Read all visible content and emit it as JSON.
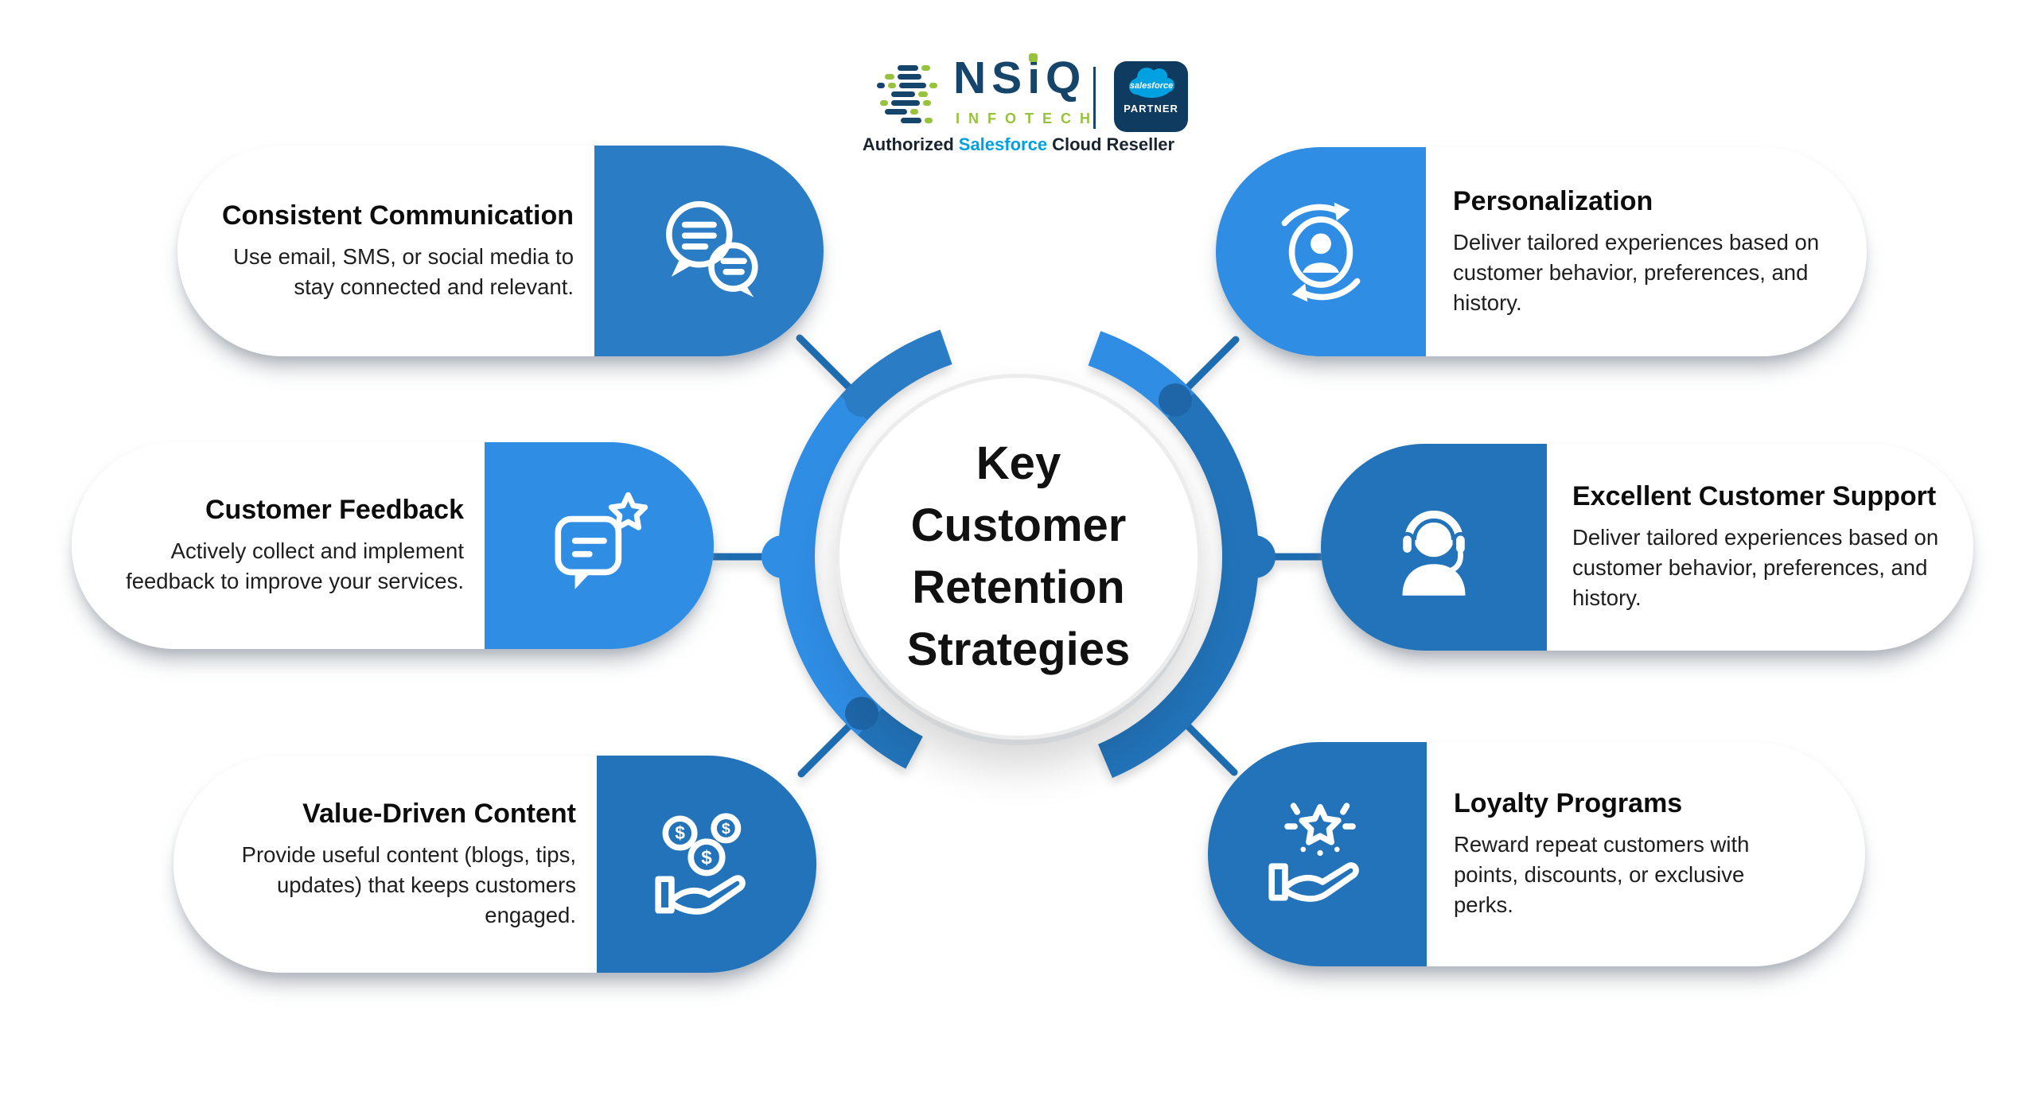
{
  "header": {
    "logo": {
      "wordmark_start": "NS",
      "wordmark_i": "i",
      "wordmark_end": "Q",
      "subtitle": "INFOTECH",
      "icon": "bar-cluster-logo-icon"
    },
    "badge": {
      "cloud_text": "salesforce",
      "label": "PARTNER"
    },
    "tagline": {
      "prefix": "Authorized",
      "highlight": "Salesforce",
      "suffix": "Cloud Reseller"
    }
  },
  "center": {
    "lines": [
      "Key",
      "Customer",
      "Retention",
      "Strategies"
    ]
  },
  "cards": [
    {
      "id": "consistent-communication",
      "side": "left",
      "icon": "chat-bubbles-icon",
      "title": "Consistent Communication",
      "description": "Use email, SMS, or social media to stay connected and relevant.",
      "accent": "#2A7CC4"
    },
    {
      "id": "customer-feedback",
      "side": "left",
      "icon": "feedback-star-icon",
      "title": "Customer Feedback",
      "description": "Actively collect and implement feedback to improve your services.",
      "accent": "#2F8DE4"
    },
    {
      "id": "value-driven-content",
      "side": "left",
      "icon": "money-hand-icon",
      "title": "Value-Driven Content",
      "description": "Provide useful content (blogs, tips, updates) that keeps customers engaged.",
      "accent": "#2273B9"
    },
    {
      "id": "personalization",
      "side": "right",
      "icon": "user-cycle-icon",
      "title": "Personalization",
      "description": "Deliver tailored experiences based on customer behavior, preferences, and history.",
      "accent": "#2F8DE4"
    },
    {
      "id": "excellent-customer-support",
      "side": "right",
      "icon": "headset-agent-icon",
      "title": "Excellent Customer Support",
      "description": "Deliver tailored experiences based on customer behavior, preferences, and history.",
      "accent": "#2273B9"
    },
    {
      "id": "loyalty-programs",
      "side": "right",
      "icon": "star-hand-icon",
      "title": "Loyalty Programs",
      "description": "Reward repeat customers with points, discounts, or exclusive perks.",
      "accent": "#2273B9"
    }
  ],
  "colors": {
    "bright_blue": "#2F8DE4",
    "medium_blue": "#2A7CC4",
    "dark_blue": "#2273B9",
    "connector_blue": "#1E6CB0",
    "dot_dark_blue": "#1E66A8",
    "navy": "#16456B",
    "logo_green": "#97C23C",
    "salesforce_blue": "#00A1E0",
    "badge_navy": "#0E3B5F",
    "text_black": "#111111"
  }
}
